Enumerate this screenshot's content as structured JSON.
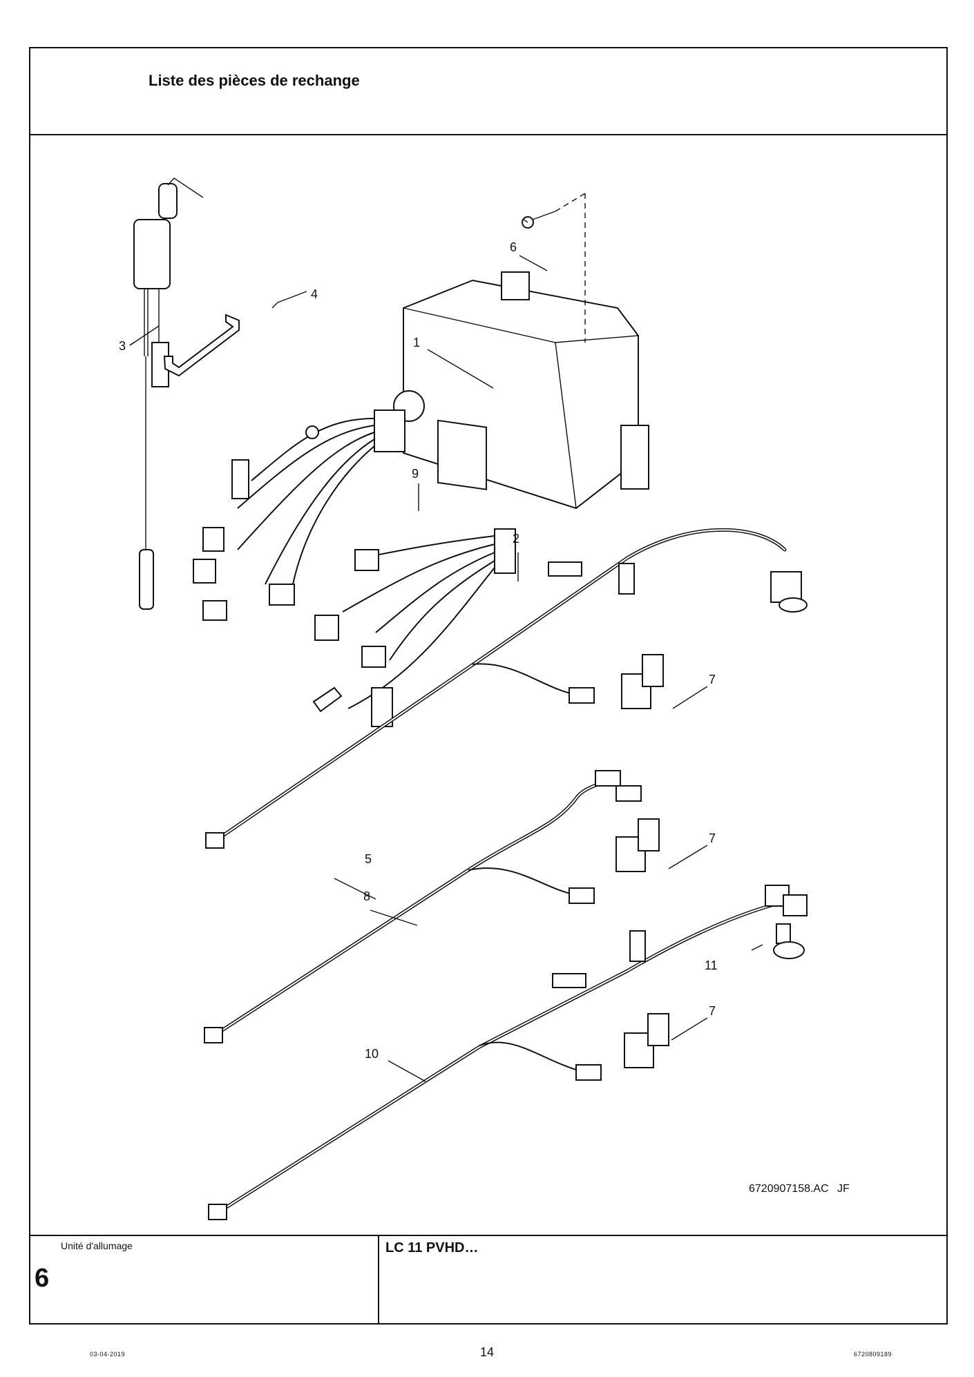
{
  "header": {
    "title": "Liste des pièces de rechange"
  },
  "figure": {
    "callouts": {
      "c1": "1",
      "c2": "2",
      "c3": "3",
      "c4": "4",
      "c5": "5",
      "c6": "6",
      "c7a": "7",
      "c7b": "7",
      "c7c": "7",
      "c8": "8",
      "c9": "9",
      "c10": "10",
      "c11": "11"
    },
    "reference": "6720907158.AC",
    "reference_suffix": "JF"
  },
  "footer": {
    "section_label": "Unité d'allumage",
    "section_number": "6",
    "model": "LC 11 PVHD…"
  },
  "page": {
    "number": "14",
    "date": "03-04-2019",
    "document_ref": "6720809189"
  }
}
